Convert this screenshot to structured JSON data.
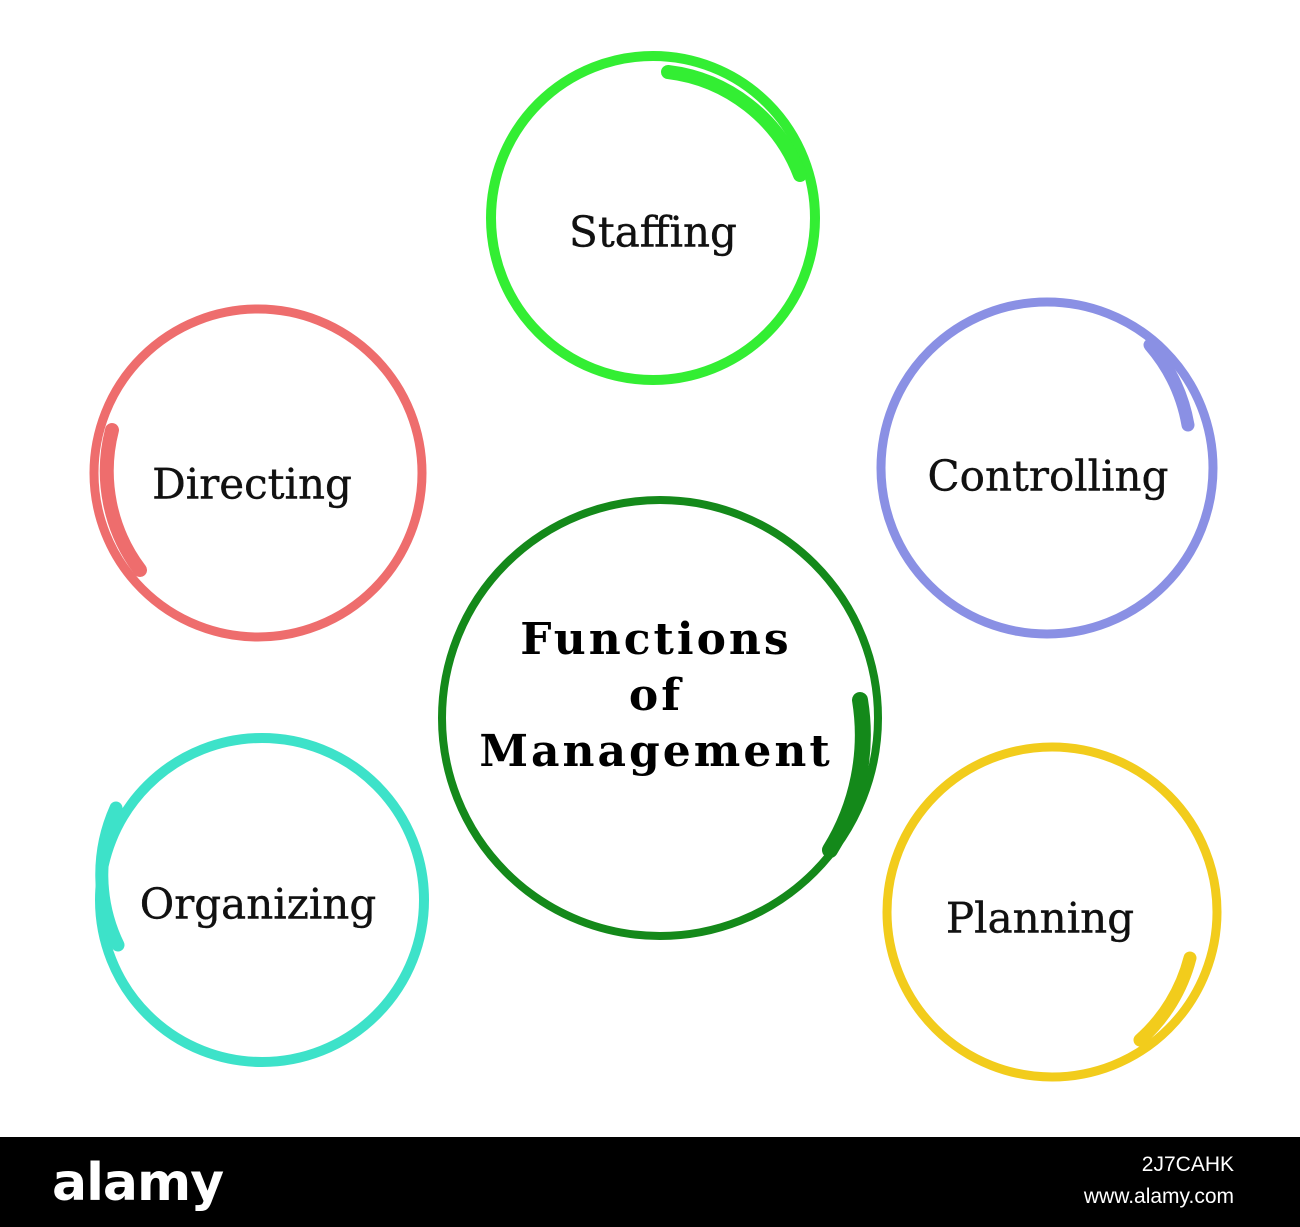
{
  "center": {
    "line1": "Functions",
    "line2": "of",
    "line3": "Management",
    "color": "#14891a"
  },
  "nodes": [
    {
      "key": "staffing",
      "label": "Staffing",
      "color": "#33ee33"
    },
    {
      "key": "controlling",
      "label": "Controlling",
      "color": "#8a90e4"
    },
    {
      "key": "planning",
      "label": "Planning",
      "color": "#f2cc1c"
    },
    {
      "key": "organizing",
      "label": "Organizing",
      "color": "#3de2c9"
    },
    {
      "key": "directing",
      "label": "Directing",
      "color": "#ee6d6d"
    }
  ],
  "watermark": {
    "logo": "alamy",
    "image_code": "2J7CAHK",
    "site": "www.alamy.com"
  }
}
